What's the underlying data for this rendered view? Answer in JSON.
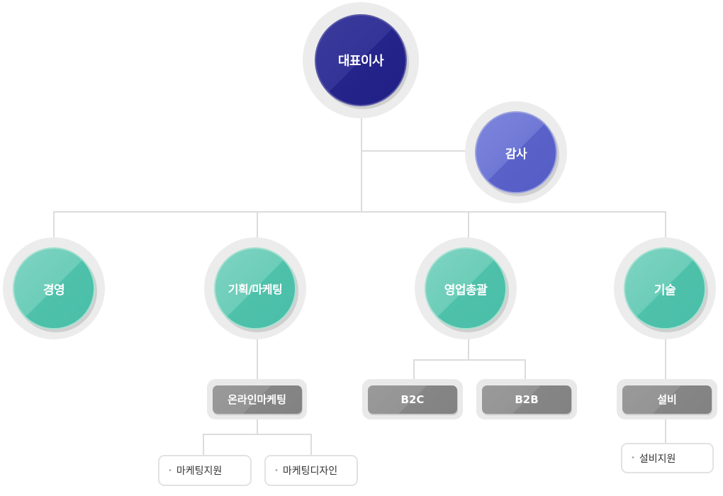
{
  "org": {
    "ceo": "대표이사",
    "audit": "감사",
    "divisions": {
      "management": "경영",
      "planning_marketing": "기획/마케팅",
      "sales": "영업총괄",
      "tech": "기술"
    },
    "departments": {
      "online_marketing": "온라인마케팅",
      "b2c": "B2C",
      "b2b": "B2B",
      "facility": "설비"
    },
    "teams": {
      "marketing_support": "마케팅지원",
      "marketing_design": "마케팅디자인",
      "facility_support": "설비지원"
    }
  },
  "colors": {
    "ceo": "#2a2a90",
    "audit": "#6670d2",
    "division": "#5cc7b1",
    "department": "#8e8e8e",
    "connector": "#dcdcdc"
  }
}
